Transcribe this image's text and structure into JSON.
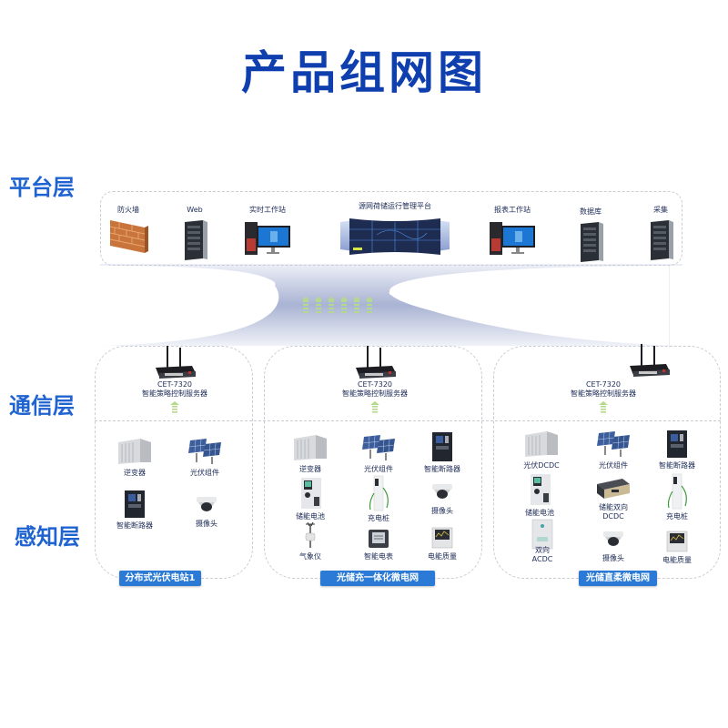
{
  "title": "产品组网图",
  "layers": {
    "platform": "平台层",
    "communication": "通信层",
    "perception": "感知层"
  },
  "platform_devices": [
    {
      "label": "防火墙",
      "icon": "firewall-brick-icon"
    },
    {
      "label": "Web",
      "icon": "tower-server-icon"
    },
    {
      "label": "实时工作站",
      "icon": "workstation-icon"
    },
    {
      "label": "源网荷储运行管理平台",
      "icon": "video-wall-icon"
    },
    {
      "label": "报表工作站",
      "icon": "workstation-icon"
    },
    {
      "label": "数据库",
      "icon": "tower-server-icon"
    },
    {
      "label": "采集",
      "icon": "tower-server-icon"
    }
  ],
  "gateway": {
    "model": "CET-7320",
    "name": "智能策略控制服务器"
  },
  "sites": [
    {
      "name": "分布式光伏电站1",
      "devices": [
        {
          "label": "逆变器",
          "icon": "inverter-icon"
        },
        {
          "label": "光伏组件",
          "icon": "solar-panel-icon"
        },
        {
          "label": "智能断路器",
          "icon": "breaker-icon"
        },
        {
          "label": "摄像头",
          "icon": "dome-camera-icon"
        }
      ]
    },
    {
      "name": "光储充一体化微电网",
      "devices": [
        {
          "label": "逆变器",
          "icon": "inverter-icon"
        },
        {
          "label": "光伏组件",
          "icon": "solar-panel-icon"
        },
        {
          "label": "智能断路器",
          "icon": "breaker-icon"
        },
        {
          "label": "储能电池",
          "icon": "battery-cabinet-icon"
        },
        {
          "label": "充电桩",
          "icon": "charger-icon"
        },
        {
          "label": "摄像头",
          "icon": "dome-camera-icon"
        },
        {
          "label": "气象仪",
          "icon": "weather-station-icon"
        },
        {
          "label": "智能电表",
          "icon": "smart-meter-icon"
        },
        {
          "label": "电能质量",
          "icon": "power-quality-icon"
        }
      ]
    },
    {
      "name": "光储直柔微电网",
      "devices": [
        {
          "label": "光伏DCDC",
          "icon": "inverter-icon"
        },
        {
          "label": "光伏组件",
          "icon": "solar-panel-icon"
        },
        {
          "label": "智能断路器",
          "icon": "breaker-icon"
        },
        {
          "label": "储能电池",
          "icon": "battery-cabinet-icon"
        },
        {
          "label": "储能双向\nDCDC",
          "icon": "rack-converter-icon"
        },
        {
          "label": "充电桩",
          "icon": "charger-icon"
        },
        {
          "label": "双向\nACDC",
          "icon": "acdc-cabinet-icon"
        },
        {
          "label": "摄像头",
          "icon": "dome-camera-icon"
        },
        {
          "label": "电能质量",
          "icon": "power-quality-icon"
        }
      ]
    }
  ],
  "colors": {
    "title": "#0f3fae",
    "layer_label": "#1f63d1",
    "site_tag": "#2a7ad6",
    "arrow": "#b5d98a",
    "funnel": "#a9b3d3"
  }
}
